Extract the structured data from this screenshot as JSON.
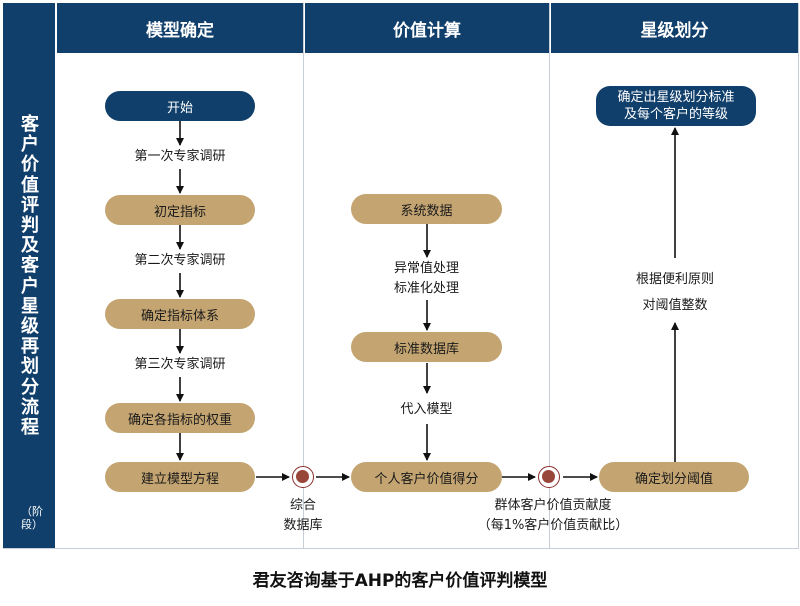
{
  "columns": {
    "col1": "模型确定",
    "col2": "价值计算",
    "col3": "星级划分"
  },
  "side": {
    "title": "客户价值评判及客户星级再划分流程",
    "stage": "（阶段）"
  },
  "col1": {
    "start": "开始",
    "step1": "第一次专家调研",
    "node1": "初定指标",
    "step2": "第二次专家调研",
    "node2": "确定指标体系",
    "step3": "第三次专家调研",
    "node3": "确定各指标的权重",
    "node4": "建立模型方程"
  },
  "col2": {
    "node1": "系统数据",
    "step1_line1": "异常值处理",
    "step1_line2": "标准化处理",
    "node2": "标准数据库",
    "step2": "代入模型",
    "node3": "个人客户价值得分"
  },
  "col3": {
    "final_line1": "确定出星级划分标准",
    "final_line2": "及每个客户的等级",
    "step_line1": "根据便利原则",
    "step_line2": "对阈值整数",
    "node1": "确定划分阈值"
  },
  "junctions": {
    "j1_line1": "综合",
    "j1_line2": "数据库",
    "j2_line1": "群体客户价值贡献度",
    "j2_line2": "（每1%客户价值贡献比）"
  },
  "caption": "君友咨询基于AHP的客户价值评判模型",
  "colors": {
    "navy": "#113f6b",
    "tan": "#c4a572",
    "junction": "#98453a"
  }
}
